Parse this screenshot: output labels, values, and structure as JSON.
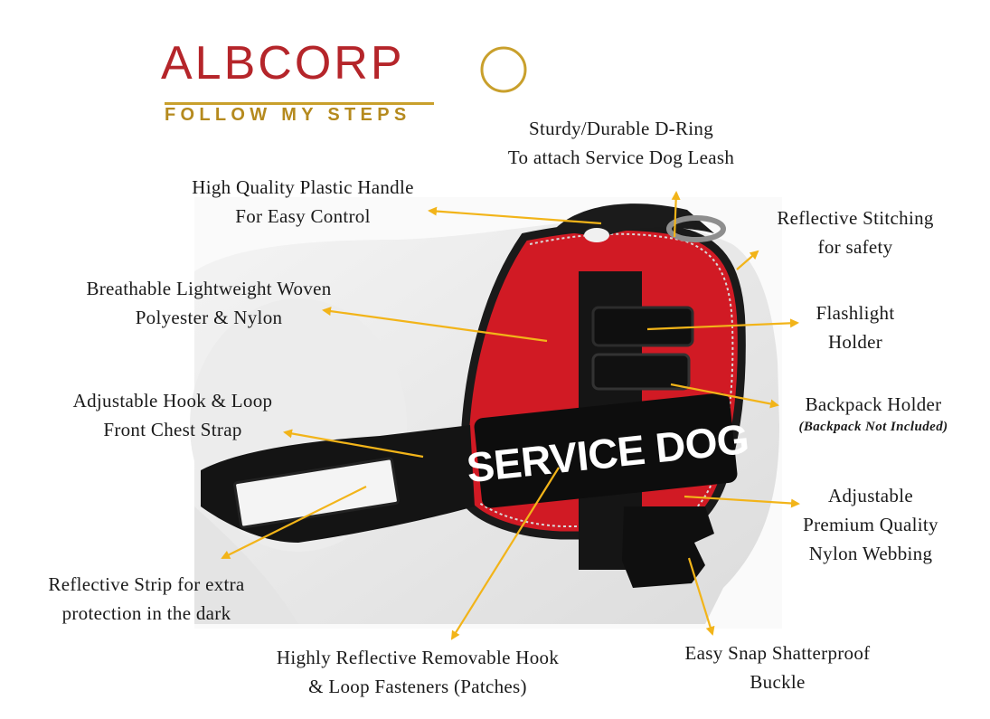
{
  "brand": {
    "name": "ALBCORP",
    "tagline": "FOLLOW MY STEPS",
    "colors": {
      "primary": "#b5252a",
      "accent": "#c9a02c"
    }
  },
  "product": {
    "patch_text": "SERVICE DOG",
    "harness_color": "#d11a24",
    "arrow_color": "#f2b419"
  },
  "callouts": {
    "d_ring": {
      "line1": "Sturdy/Durable D-Ring",
      "line2": "To attach Service Dog Leash"
    },
    "handle": {
      "line1": "High Quality Plastic Handle",
      "line2": "For Easy Control"
    },
    "stitching": {
      "line1": "Reflective Stitching",
      "line2": "for safety"
    },
    "woven": {
      "line1": "Breathable Lightweight Woven",
      "line2": "Polyester & Nylon"
    },
    "flashlight": {
      "line1": "Flashlight",
      "line2": "Holder"
    },
    "chest_strap": {
      "line1": "Adjustable Hook & Loop",
      "line2": "Front Chest Strap"
    },
    "backpack": {
      "line1": "Backpack Holder",
      "note": "(Backpack Not Included)"
    },
    "webbing": {
      "line1": "Adjustable",
      "line2": "Premium Quality",
      "line3": "Nylon Webbing"
    },
    "strip": {
      "line1": "Reflective Strip for extra",
      "line2": "protection in the dark"
    },
    "patches": {
      "line1": "Highly Reflective Removable Hook",
      "line2": "& Loop Fasteners (Patches)"
    },
    "buckle": {
      "line1": "Easy Snap Shatterproof",
      "line2": "Buckle"
    }
  }
}
